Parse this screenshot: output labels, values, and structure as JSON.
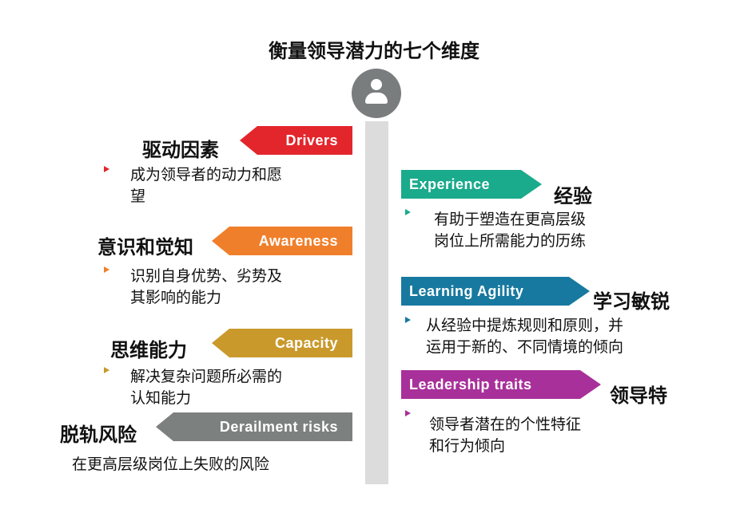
{
  "title": "衡量领导潜力的七个维度",
  "icons": {
    "center": "person-icon"
  },
  "left": [
    {
      "en": "Drivers",
      "cn": "驱动因素",
      "desc": [
        "成为领导者的动力和愿",
        "望"
      ],
      "color": "#e3262b"
    },
    {
      "en": "Awareness",
      "cn": "意识和觉知",
      "desc": [
        "识别自身优势、劣势及",
        "其影响的能力"
      ],
      "color": "#f07f2b"
    },
    {
      "en": "Capacity",
      "cn": "思维能力",
      "desc": [
        "解决复杂问题所必需的",
        "认知能力"
      ],
      "color": "#c9992b"
    },
    {
      "en": "Derailment risks",
      "cn": "脱轨风险",
      "desc": [
        "在更高层级岗位上失败的风险"
      ],
      "color": "#7c807f"
    }
  ],
  "right": [
    {
      "en": "Experience",
      "cn": "经验",
      "desc": [
        "有助于塑造在更高层级",
        "岗位上所需能力的历练"
      ],
      "color": "#1aaa8c"
    },
    {
      "en": "Learning Agility",
      "cn": "学习敏锐",
      "desc": [
        "从经验中提炼规则和原则，并",
        "运用于新的、不同情境的倾向"
      ],
      "color": "#17799f"
    },
    {
      "en": "Leadership traits",
      "cn": "领导特",
      "desc": [
        "领导者潜在的个性特征",
        "和行为倾向"
      ],
      "color": "#a8309a"
    }
  ]
}
